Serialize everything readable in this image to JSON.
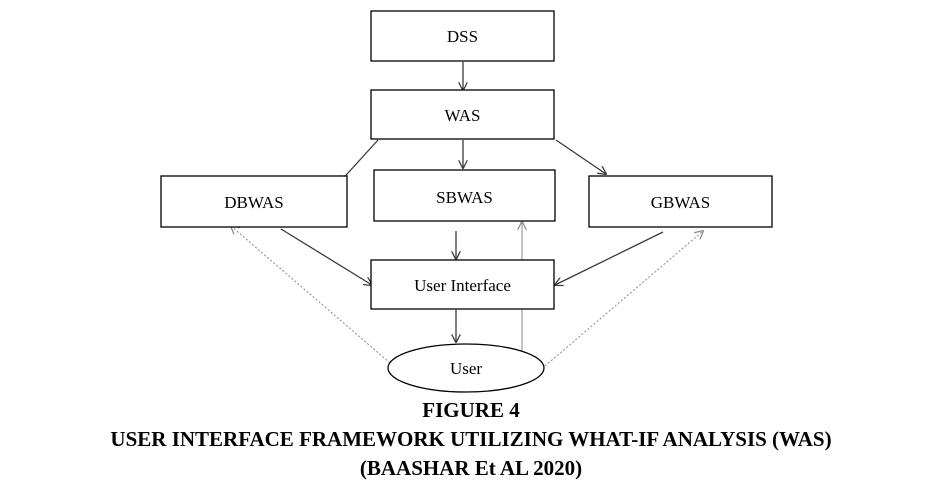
{
  "diagram": {
    "nodes": {
      "dss": "DSS",
      "was": "WAS",
      "dbwas": "DBWAS",
      "sbwas": "SBWAS",
      "gbwas": "GBWAS",
      "user_interface": "User Interface",
      "user": "User"
    },
    "edges": [
      {
        "from": "DSS",
        "to": "WAS",
        "style": "solid"
      },
      {
        "from": "WAS",
        "to": "DBWAS",
        "style": "solid"
      },
      {
        "from": "WAS",
        "to": "SBWAS",
        "style": "solid"
      },
      {
        "from": "WAS",
        "to": "GBWAS",
        "style": "solid"
      },
      {
        "from": "DBWAS",
        "to": "User Interface",
        "style": "solid"
      },
      {
        "from": "SBWAS",
        "to": "User Interface",
        "style": "solid"
      },
      {
        "from": "GBWAS",
        "to": "User Interface",
        "style": "solid"
      },
      {
        "from": "User Interface",
        "to": "User",
        "style": "solid"
      },
      {
        "from": "User",
        "to": "DBWAS",
        "style": "dotted"
      },
      {
        "from": "User",
        "to": "SBWAS",
        "style": "thin"
      },
      {
        "from": "User",
        "to": "GBWAS",
        "style": "dotted"
      }
    ]
  },
  "caption": {
    "figure_number": "FIGURE 4",
    "title": "USER INTERFACE FRAMEWORK UTILIZING WHAT-IF ANALYSIS (WAS)",
    "source": "(BAASHAR Et AL 2020)"
  }
}
